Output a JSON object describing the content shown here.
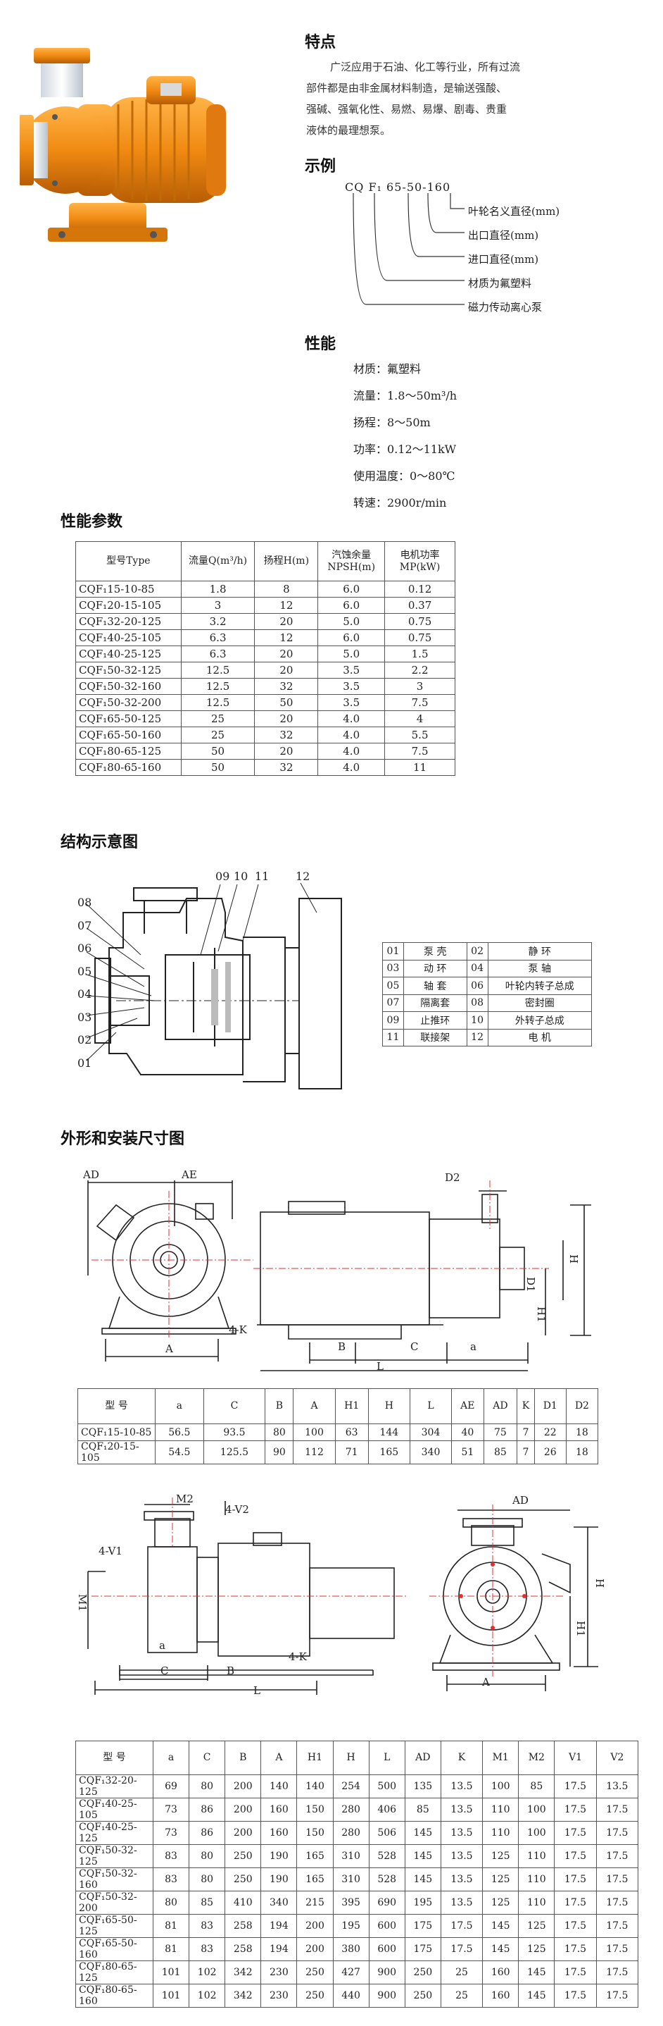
{
  "features": {
    "title": "特点",
    "lines": [
      "广泛应用于石油、化工等行业，所有过流",
      "部件都是由非金属材料制造，是输送强酸、",
      "强碱、强氧化性、易燃、易爆、剧毒、贵重",
      "液体的最理想泵。"
    ]
  },
  "example": {
    "title": "示例",
    "code": "CQ F₁ 65-50-160",
    "legend": [
      "叶轮名义直径(mm)",
      "出口直径(mm)",
      "进口直径(mm)",
      "材质为氟塑料",
      "磁力传动离心泵"
    ]
  },
  "performance": {
    "title": "性能",
    "lines": [
      "材质：氟塑料",
      "流量：1.8～50m³/h",
      "扬程：8～50m",
      "功率：0.12～11kW",
      "使用温度：0～80℃",
      "转速：2900r/min"
    ]
  },
  "params": {
    "title": "性能参数",
    "headers": [
      "型号Type",
      "流量Q(m³/h)",
      "扬程H(m)",
      "汽蚀余量 NPSH(m)",
      "电机功率 MP(kW)"
    ],
    "rows": [
      [
        "CQF₁15-10-85",
        "1.8",
        "8",
        "6.0",
        "0.12"
      ],
      [
        "CQF₁20-15-105",
        "3",
        "12",
        "6.0",
        "0.37"
      ],
      [
        "CQF₁32-20-125",
        "3.2",
        "20",
        "5.0",
        "0.75"
      ],
      [
        "CQF₁40-25-105",
        "6.3",
        "12",
        "6.0",
        "0.75"
      ],
      [
        "CQF₁40-25-125",
        "6.3",
        "20",
        "5.0",
        "1.5"
      ],
      [
        "CQF₁50-32-125",
        "12.5",
        "20",
        "3.5",
        "2.2"
      ],
      [
        "CQF₁50-32-160",
        "12.5",
        "32",
        "3.5",
        "3"
      ],
      [
        "CQF₁50-32-200",
        "12.5",
        "50",
        "3.5",
        "7.5"
      ],
      [
        "CQF₁65-50-125",
        "25",
        "20",
        "4.0",
        "4"
      ],
      [
        "CQF₁65-50-160",
        "25",
        "32",
        "4.0",
        "5.5"
      ],
      [
        "CQF₁80-65-125",
        "50",
        "20",
        "4.0",
        "7.5"
      ],
      [
        "CQF₁80-65-160",
        "50",
        "32",
        "4.0",
        "11"
      ]
    ]
  },
  "structure": {
    "title": "结构示意图",
    "callouts_left": [
      "08",
      "07",
      "06",
      "05",
      "04",
      "03",
      "02",
      "01"
    ],
    "callouts_top": [
      "09",
      "10",
      "11",
      "12"
    ],
    "parts": [
      [
        "01",
        "泵 壳",
        "02",
        "静 环"
      ],
      [
        "03",
        "动 环",
        "04",
        "泵 轴"
      ],
      [
        "05",
        "轴 套",
        "06",
        "叶轮内转子总成"
      ],
      [
        "07",
        "隔离套",
        "08",
        "密封圈"
      ],
      [
        "09",
        "止推环",
        "10",
        "外转子总成"
      ],
      [
        "11",
        "联接架",
        "12",
        "电 机"
      ]
    ]
  },
  "install": {
    "title": "外形和安装尺寸图",
    "drawing1": {
      "AD": "AD",
      "AE": "AE",
      "A": "A",
      "K": "4-K",
      "D2": "D2",
      "D1": "D1",
      "H": "H",
      "H1": "H1",
      "B": "B",
      "C": "C",
      "a": "a",
      "L": "L"
    },
    "drawing2": {
      "M2": "M2",
      "V2": "4-V2",
      "V1": "4-V1",
      "M1": "M1",
      "a": "a",
      "K": "4-K",
      "C": "C",
      "B": "B",
      "L": "L",
      "AD": "AD",
      "H": "H",
      "H1": "H1",
      "A": "A"
    },
    "table1": {
      "headers": [
        "型 号",
        "a",
        "C",
        "B",
        "A",
        "H1",
        "H",
        "L",
        "AE",
        "AD",
        "K",
        "D1",
        "D2"
      ],
      "rows": [
        [
          "CQF₁15-10-85",
          "56.5",
          "93.5",
          "80",
          "100",
          "63",
          "144",
          "304",
          "40",
          "75",
          "7",
          "22",
          "18"
        ],
        [
          "CQF₁20-15-105",
          "54.5",
          "125.5",
          "90",
          "112",
          "71",
          "165",
          "340",
          "51",
          "85",
          "7",
          "26",
          "18"
        ]
      ]
    },
    "table2": {
      "headers": [
        "型 号",
        "a",
        "C",
        "B",
        "A",
        "H1",
        "H",
        "L",
        "AD",
        "K",
        "M1",
        "M2",
        "V1",
        "V2"
      ],
      "rows": [
        [
          "CQF₁32-20-125",
          "69",
          "80",
          "200",
          "140",
          "140",
          "254",
          "500",
          "135",
          "13.5",
          "100",
          "85",
          "17.5",
          "13.5"
        ],
        [
          "CQF₁40-25-105",
          "73",
          "86",
          "200",
          "160",
          "150",
          "280",
          "406",
          "85",
          "13.5",
          "110",
          "100",
          "17.5",
          "17.5"
        ],
        [
          "CQF₁40-25-125",
          "73",
          "86",
          "200",
          "160",
          "150",
          "280",
          "506",
          "145",
          "13.5",
          "110",
          "100",
          "17.5",
          "17.5"
        ],
        [
          "CQF₁50-32-125",
          "83",
          "80",
          "250",
          "190",
          "165",
          "310",
          "528",
          "145",
          "13.5",
          "125",
          "110",
          "17.5",
          "17.5"
        ],
        [
          "CQF₁50-32-160",
          "83",
          "80",
          "250",
          "190",
          "165",
          "310",
          "528",
          "145",
          "13.5",
          "125",
          "110",
          "17.5",
          "17.5"
        ],
        [
          "CQF₁50-32-200",
          "80",
          "85",
          "410",
          "340",
          "215",
          "395",
          "690",
          "195",
          "13.5",
          "125",
          "110",
          "17.5",
          "17.5"
        ],
        [
          "CQF₁65-50-125",
          "81",
          "83",
          "258",
          "194",
          "200",
          "195",
          "600",
          "175",
          "17.5",
          "145",
          "125",
          "17.5",
          "17.5"
        ],
        [
          "CQF₁65-50-160",
          "81",
          "83",
          "258",
          "194",
          "200",
          "380",
          "600",
          "175",
          "17.5",
          "145",
          "125",
          "17.5",
          "17.5"
        ],
        [
          "CQF₁80-65-125",
          "101",
          "102",
          "342",
          "230",
          "250",
          "427",
          "900",
          "250",
          "25",
          "160",
          "145",
          "17.5",
          "17.5"
        ],
        [
          "CQF₁80-65-160",
          "101",
          "102",
          "342",
          "230",
          "250",
          "440",
          "900",
          "250",
          "25",
          "160",
          "145",
          "17.5",
          "17.5"
        ]
      ]
    }
  }
}
